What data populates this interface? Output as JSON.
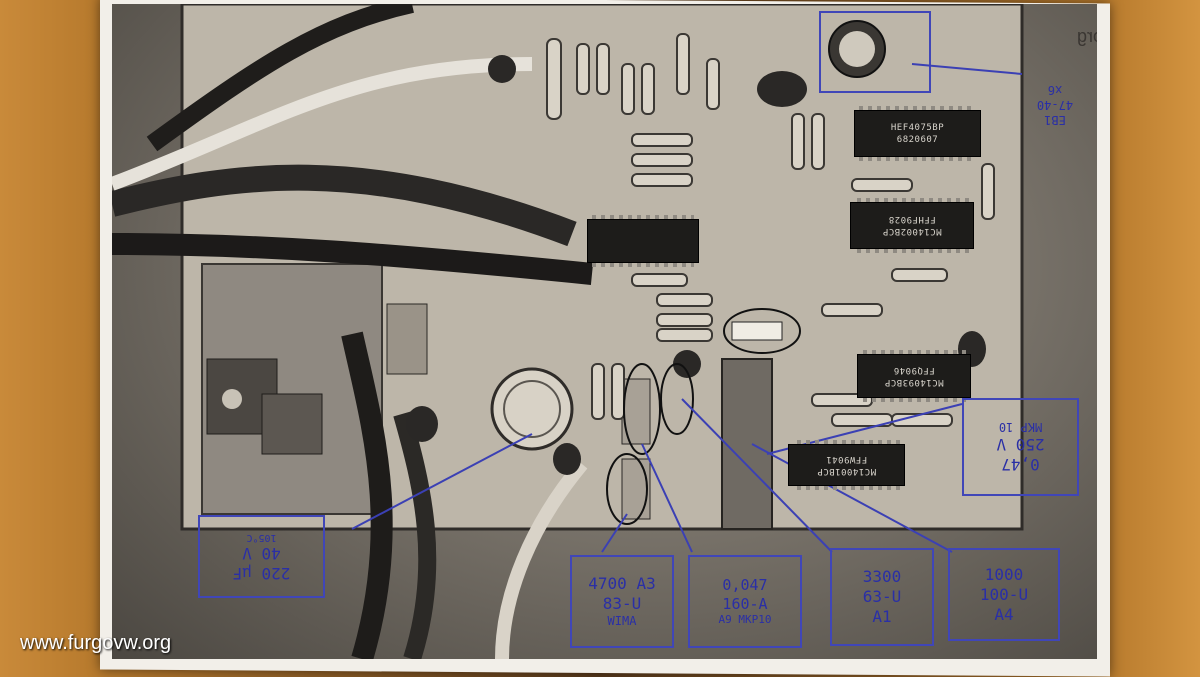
{
  "photo": {
    "corner_text": "govw.org",
    "watermark": "www.furgovw.org"
  },
  "chips": [
    {
      "name": "chip-hef4075bp",
      "line1": "HEF4075BP",
      "line2": "6820607"
    },
    {
      "name": "chip-mc14002bcp",
      "line1": "MC14002BCP",
      "line2": "FFHF9028"
    },
    {
      "name": "chip-mc14093bcp",
      "line1": "MC14093BCP",
      "line2": "FFQ9046"
    },
    {
      "name": "chip-mc14001bcp",
      "line1": "MC14001BCP",
      "line2": "FFW9041"
    },
    {
      "name": "chip-unlabeled",
      "line1": "",
      "line2": ""
    }
  ],
  "notes": {
    "cap_4700": {
      "l1": "4700 A3",
      "l2": "83-U",
      "l3": "WIMA"
    },
    "cap_0047": {
      "l1": "0,047",
      "l2": "160-A",
      "l3": "A9 MKP10"
    },
    "cap_3300": {
      "l1": "3300",
      "l2": "63-U",
      "l3": "A1"
    },
    "cap_1000": {
      "l1": "1000",
      "l2": "100-U",
      "l3": "A4"
    },
    "cap_044": {
      "l1": "0,47",
      "l2": "250 V",
      "l3": "MKP 10"
    },
    "cap_220": {
      "l1": "220 µF",
      "l2": "40 V",
      "l3": "105°C"
    },
    "cap_top_right": {
      "l1": "EB1",
      "l2": "47-40",
      "l3": "x6"
    }
  }
}
